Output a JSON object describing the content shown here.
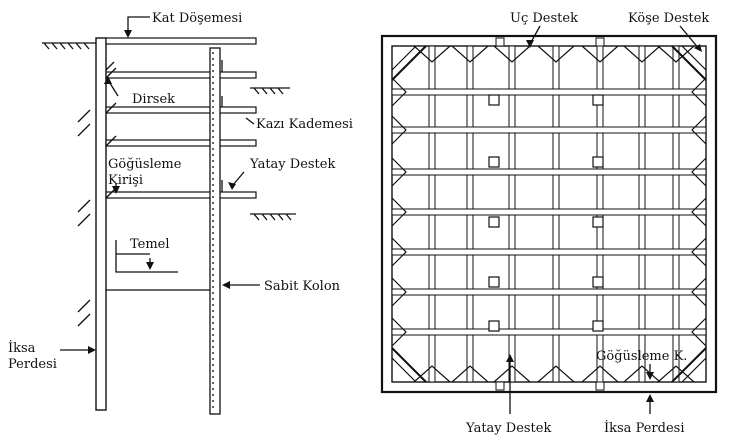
{
  "section": {
    "labels": {
      "kat_dosemesi": "Kat Döşemesi",
      "dirsek": "Dirsek",
      "kazi_kademesi": "Kazı Kademesi",
      "gogusleme_kirisi_1": "Göğüsleme",
      "gogusleme_kirisi_2": "Kirişi",
      "yatay_destek": "Yatay Destek",
      "temel": "Temel",
      "sabit_kolon": "Sabit Kolon",
      "iksa_perdesi_1": "İksa",
      "iksa_perdesi_2": "Perdesi"
    }
  },
  "plan": {
    "labels": {
      "uc_destek": "Uç Destek",
      "kose_destek": "Köşe Destek",
      "gogusleme_k": "Göğüsleme K.",
      "yatay_destek": "Yatay Destek",
      "iksa_perdesi": "İksa Perdesi"
    }
  }
}
